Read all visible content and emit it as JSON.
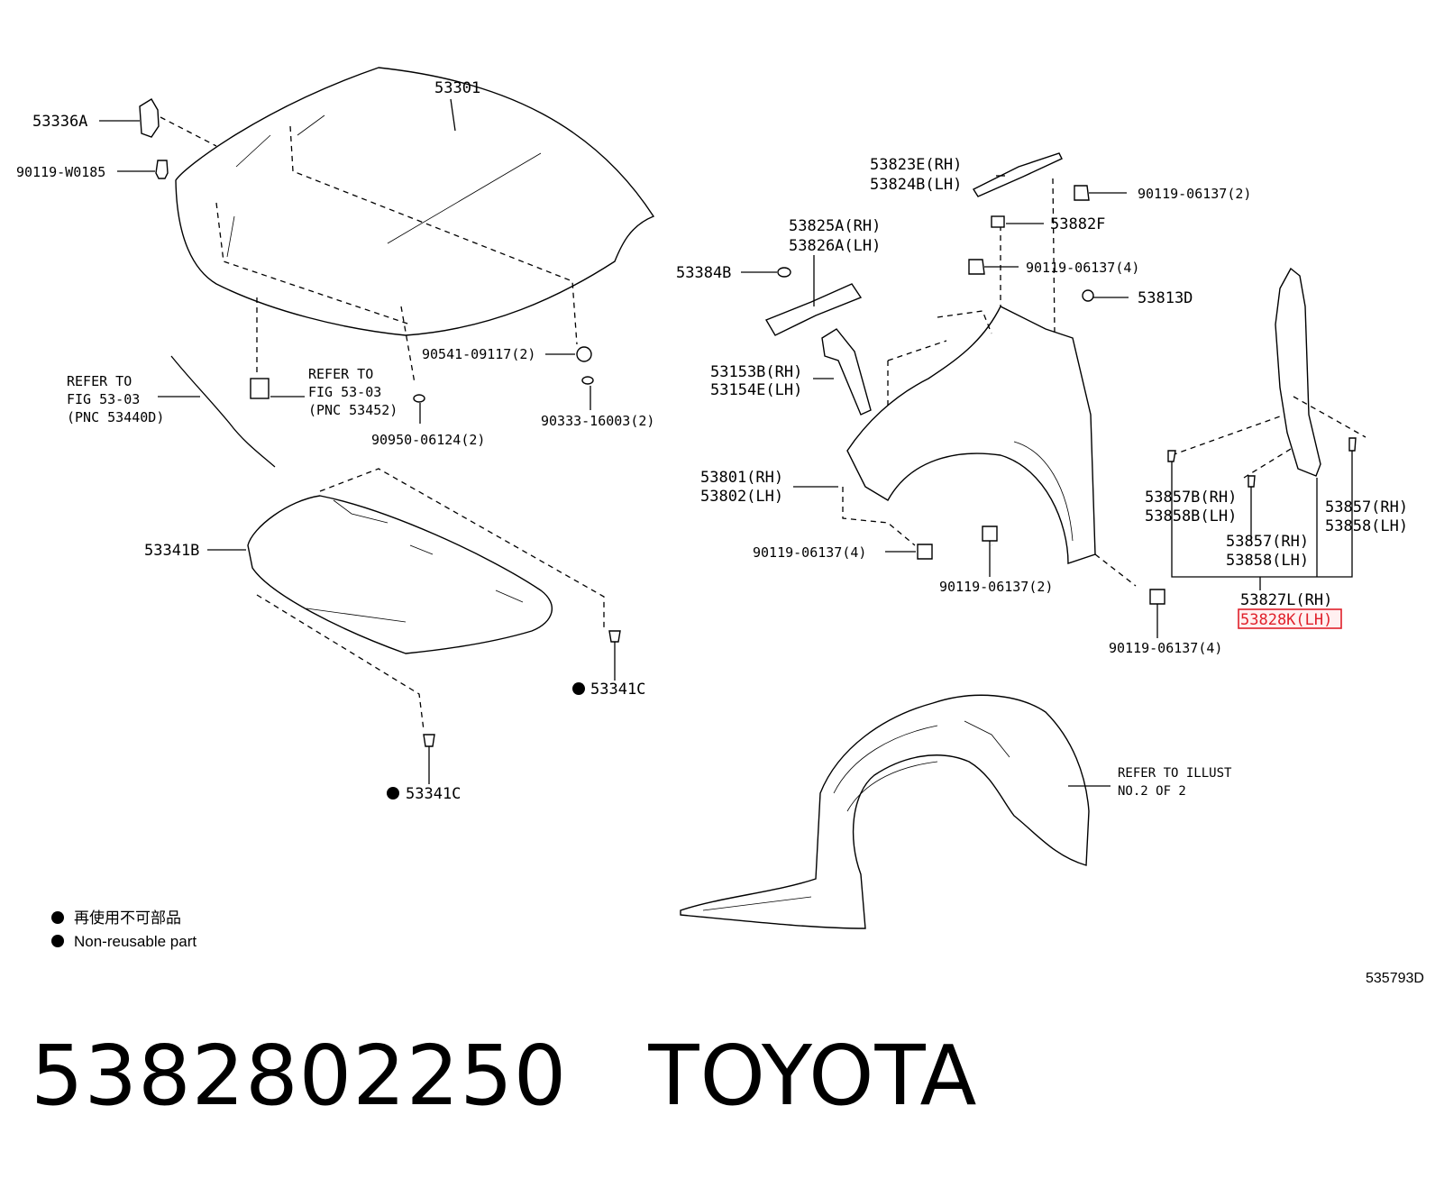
{
  "callouts": {
    "c53301": "53301",
    "c53336A": "53336A",
    "c90119_W0185": "90119-W0185",
    "c90541": "90541-09117(2)",
    "c90333": "90333-16003(2)",
    "c90950": "90950-06124(2)",
    "c53341B": "53341B",
    "c53341C_a": "53341C",
    "c53341C_b": "53341C",
    "c53823E": "53823E(RH)",
    "c53824B": "53824B(LH)",
    "c90119_top": "90119-06137(2)",
    "c53825A": "53825A(RH)",
    "c53826A": "53826A(LH)",
    "c53882F": "53882F",
    "c53384B": "53384B",
    "c90119_mid": "90119-06137(4)",
    "c53813D": "53813D",
    "c53153B": "53153B(RH)",
    "c53154E": "53154E(LH)",
    "c53801": "53801(RH)",
    "c53802": "53802(LH)",
    "c90119_left": "90119-06137(4)",
    "c90119_bottom": "90119-06137(2)",
    "c53857B": "53857B(RH)",
    "c53858B": "53858B(LH)",
    "c53857_mid": "53857(RH)",
    "c53858_mid": "53858(LH)",
    "c53857_right": "53857(RH)",
    "c53858_right": "53858(LH)",
    "c53827L": "53827L(RH)",
    "c53828K": "53828K(LH)",
    "c90119_right": "90119-06137(4)"
  },
  "references": {
    "ref1_line1": "REFER TO",
    "ref1_line2": "FIG 53-03",
    "ref1_line3": "(PNC 53440D)",
    "ref2_line1": "REFER TO",
    "ref2_line2": "FIG 53-03",
    "ref2_line3": "(PNC 53452)",
    "ref3_line1": "REFER TO ILLUST",
    "ref3_line2": "NO.2 OF 2"
  },
  "legend": {
    "line1": "再使用不可部品",
    "line2": "Non-reusable part"
  },
  "figure_id": "535793D",
  "footer": {
    "part_number": "5382802250",
    "brand": "TOYOTA"
  },
  "highlight_color": "#e0202a"
}
